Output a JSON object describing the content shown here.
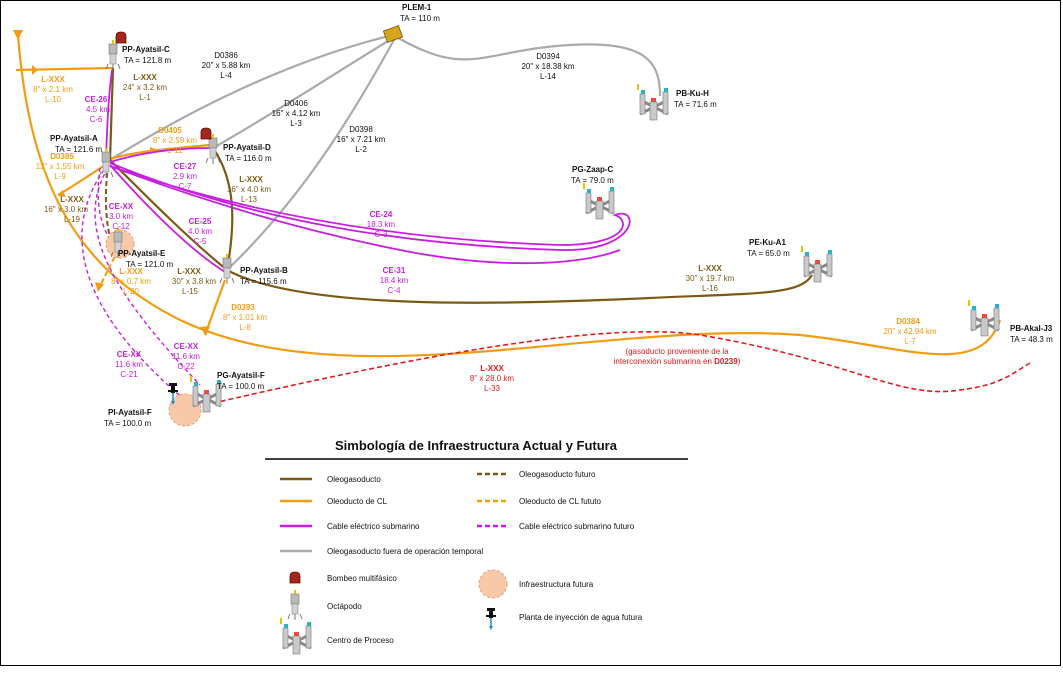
{
  "colors": {
    "oleogasoducto": "#7a5a14",
    "oleoducto_cl": "#f39c12",
    "cable": "#c81ee0",
    "fuera_operacion": "#aaaaaa",
    "gasoducto_rojo": "#e31a1c",
    "futura": "#f8c9a8"
  },
  "nodes": {
    "plem1": {
      "name": "PLEM-1",
      "ta": "TA = 110 m"
    },
    "ppc": {
      "name": "PP-Ayatsil-C",
      "ta": "TA = 121.8 m"
    },
    "ppa": {
      "name": "PP-Ayatsil-A",
      "ta": "TA = 121.6 m"
    },
    "ppd": {
      "name": "PP-Ayatsil-D",
      "ta": "TA = 116.0 m"
    },
    "ppe": {
      "name": "PP-Ayatsil-E",
      "ta": "TA = 121.0 m"
    },
    "ppb": {
      "name": "PP-Ayatsil-B",
      "ta": "TA = 115.6 m"
    },
    "pbkuh": {
      "name": "PB-Ku-H",
      "ta": "TA = 71.6 m"
    },
    "pgzaap": {
      "name": "PG-Zaap-C",
      "ta": "TA = 79.0 m"
    },
    "pekua1": {
      "name": "PE-Ku-A1",
      "ta": "TA = 65.0 m"
    },
    "pbakal": {
      "name": "PB-Akal-J3",
      "ta": "TA = 48.3 m"
    },
    "pgf": {
      "name": "PG-Ayatsil-F",
      "ta": "TA = 100.0 m"
    },
    "pif": {
      "name": "PI-Ayatsil-F",
      "ta": "TA = 100.0 m"
    }
  },
  "line_labels": {
    "d0386": [
      "D0386",
      "20\" x 5.88 km",
      "L-4"
    ],
    "d0394": [
      "D0394",
      "20\" x 18.38 km",
      "L-14"
    ],
    "d0406": [
      "D0406",
      "16\" x 4.12 km",
      "L-3"
    ],
    "d0398": [
      "D0398",
      "16\" x 7.21 km",
      "L-2"
    ],
    "lxxx_l10": [
      "L-XXX",
      "8\" x 2.1 km",
      "L-10"
    ],
    "lxxx_l1": [
      "L-XXX",
      "24\" x 3.2 km",
      "L-1"
    ],
    "ce26": [
      "CE-26",
      "4.5 km",
      "C-6"
    ],
    "d0405": [
      "D0405",
      "8\" x 2.59 km",
      "L-11"
    ],
    "d0385": [
      "D0385",
      "12\" x 1.55 km",
      "L-9"
    ],
    "ce27": [
      "CE-27",
      "2.9 km",
      "C-7"
    ],
    "lxxx_l13": [
      "L-XXX",
      "16\" x 4.0 km",
      "L-13"
    ],
    "lxxx_l19": [
      "L-XXX",
      "16\" x 3.0 km",
      "L-19"
    ],
    "cexx_c12": [
      "CE-XX",
      "3.0 km",
      "C-12"
    ],
    "ce25": [
      "CE-25",
      "4.0 km",
      "C-5"
    ],
    "ce24": [
      "CE-24",
      "18.3 km",
      "C-3"
    ],
    "ce31": [
      "CE-31",
      "18.4 km",
      "C-4"
    ],
    "lxxx_l16": [
      "L-XXX",
      "30\" x 19.7 km",
      "L-16"
    ],
    "lxxx_l20": [
      "L-XXX",
      "8\" x 0.7 km",
      "L-20"
    ],
    "lxxx_l15": [
      "L-XXX",
      "30\" x 3.8 km",
      "L-15"
    ],
    "d0393": [
      "D0393",
      "8\" x 1.01 km",
      "L-8"
    ],
    "d0384": [
      "D0384",
      "20\" x 42.94 km",
      "L-7"
    ],
    "cexx_c22": [
      "CE-XX",
      "11.6 km",
      "C-22"
    ],
    "cexx_c21": [
      "CE-XX",
      "11.6 km",
      "C-21"
    ],
    "lxxx_l33": [
      "L-XXX",
      "8\" x 28.0 km",
      "L-33"
    ]
  },
  "gas_note": {
    "line1": "(gasoducto proveniente de la",
    "line2_prefix": "interconexión submarina en ",
    "line2_bold": "D0239",
    "line2_suffix": ")"
  },
  "legend": {
    "title": "Simbología de Infraestructura Actual y Futura",
    "items": {
      "oleogasoducto": "Oleogasoducto",
      "oleogasoducto_futuro": "Oleogasoducto futuro",
      "oleoducto_cl": "Oleoducto de CL",
      "oleoducto_cl_futuro": "Oleoducto de CL fututo",
      "cable": "Cable eléctrico submarino",
      "cable_futuro": "Cable eléctrico submarino futuro",
      "fuera_operacion": "Oleogasoducto fuera de operación temporal",
      "bombeo": "Bombeo multifásico",
      "infra_futura": "Infraestructura futura",
      "octapodo": "Octápodo",
      "planta_inyeccion": "Planta de inyección de agua futura",
      "centro_proceso": "Centro de Proceso"
    }
  }
}
